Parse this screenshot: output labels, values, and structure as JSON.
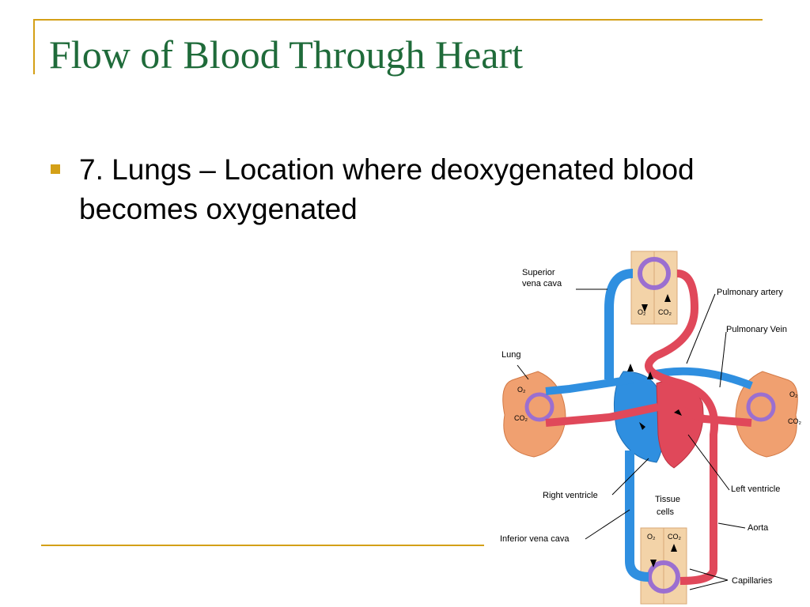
{
  "slide": {
    "title": "Flow of Blood Through Heart",
    "bullet": "7. Lungs – Location where deoxygenated blood becomes oxygenated"
  },
  "diagram": {
    "labels": {
      "superior_1": "Superior",
      "superior_2": "vena cava",
      "pulmonary_artery": "Pulmonary artery",
      "pulmonary_vein": "Pulmonary Vein",
      "lung": "Lung",
      "right_ventricle": "Right ventricle",
      "left_ventricle": "Left ventricle",
      "tissue_1": "Tissue",
      "tissue_2": "cells",
      "aorta": "Aorta",
      "inferior_vena_cava": "Inferior vena cava",
      "capillaries": "Capillaries",
      "o2": "O₂",
      "co2": "CO₂"
    },
    "colors": {
      "oxygenated": "#e0485a",
      "deoxygenated": "#2f8fe0",
      "lung_tissue": "#f0a070",
      "cell_box": "#f3d3a8",
      "capillary": "#9b6fd0"
    }
  }
}
